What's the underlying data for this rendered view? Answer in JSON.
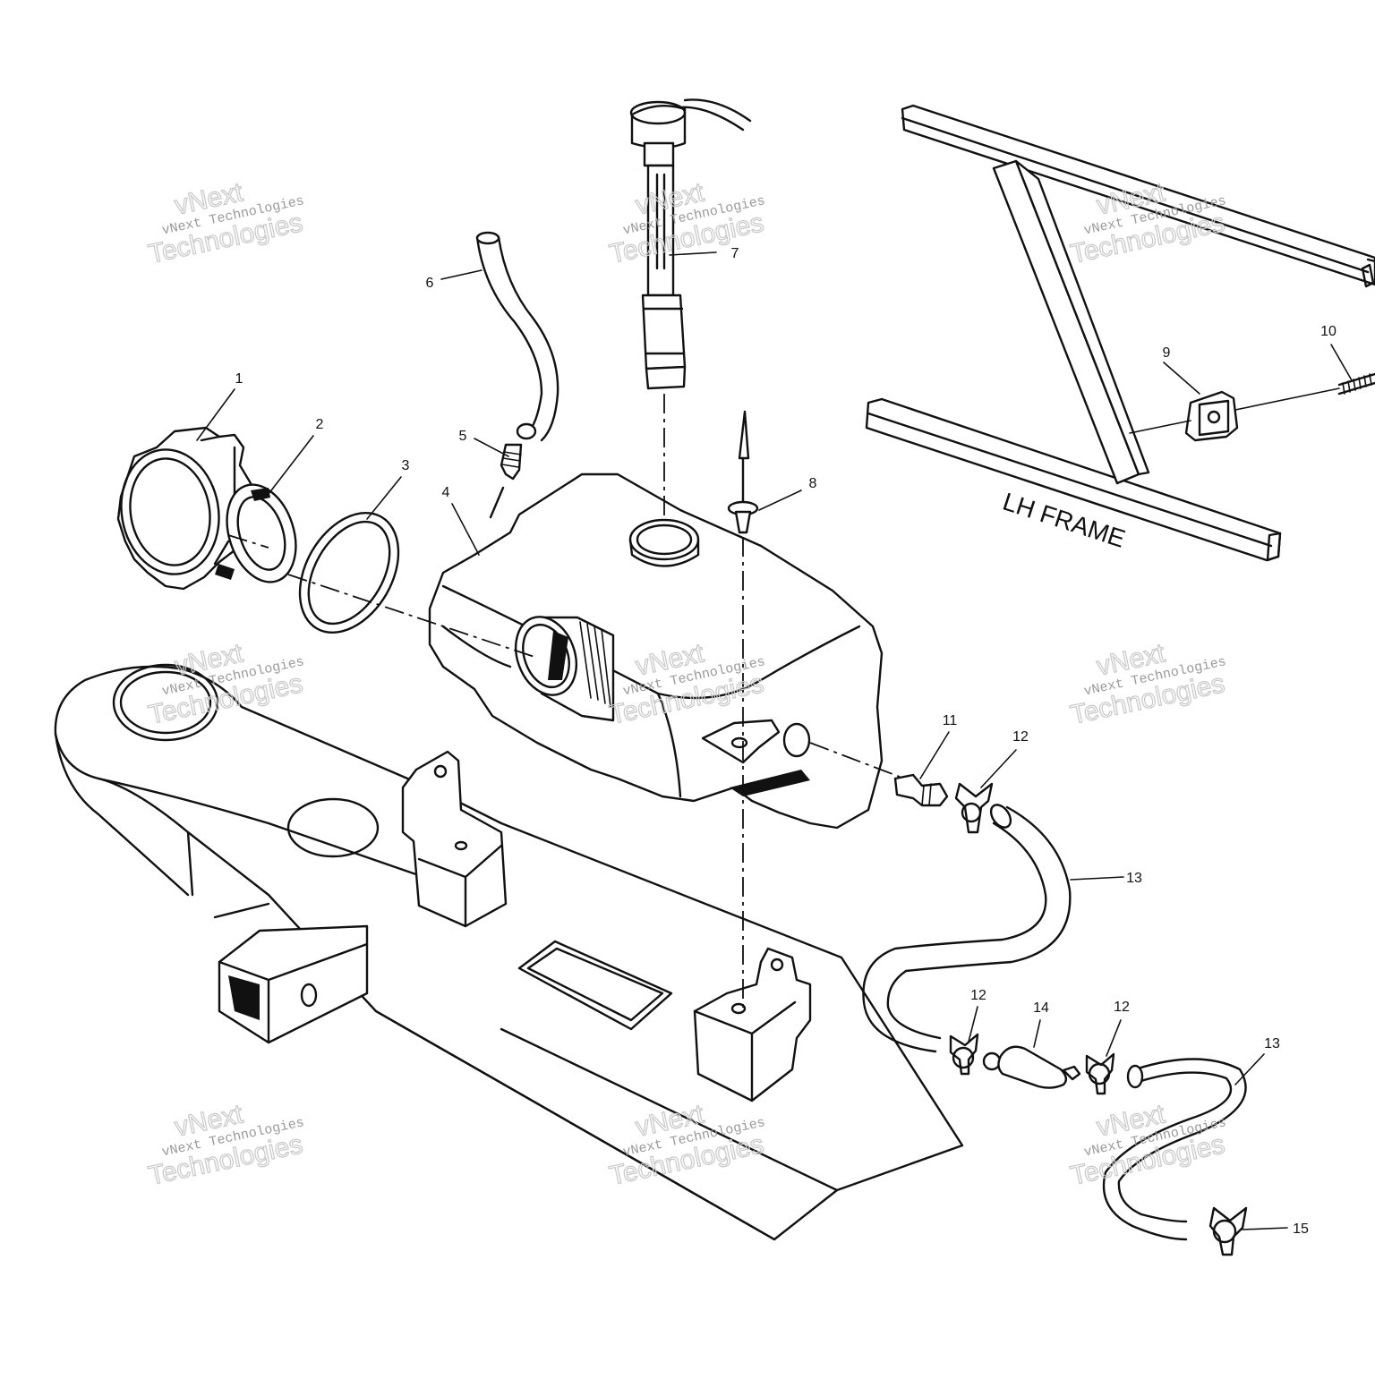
{
  "diagram": {
    "frame_label": "LH FRAME",
    "callouts": [
      "1",
      "2",
      "3",
      "4",
      "5",
      "6",
      "7",
      "8",
      "9",
      "10",
      "11",
      "12",
      "13",
      "12",
      "14",
      "12",
      "13",
      "15"
    ]
  },
  "watermark": {
    "line1": "vNext",
    "line2": "vNext Technologies",
    "line3": "Technologies"
  }
}
